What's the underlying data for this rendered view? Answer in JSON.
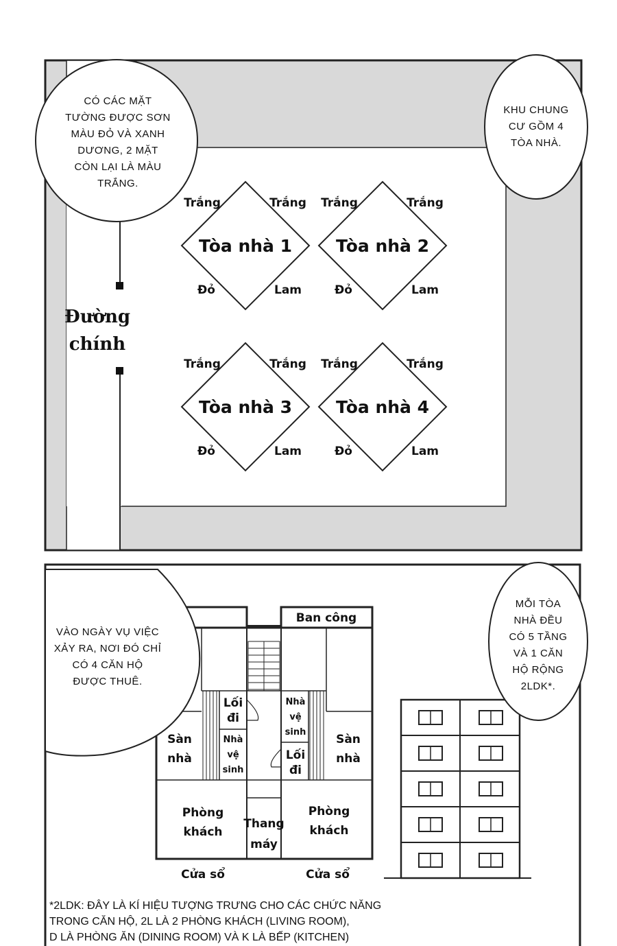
{
  "panel1": {
    "bubble_left": [
      "CÓ CÁC MẶT",
      "TƯỜNG ĐƯỢC SƠN",
      "MÀU ĐỎ VÀ XANH",
      "DƯƠNG, 2 MẶT",
      "CÒN LẠI LÀ MÀU",
      "TRẮNG."
    ],
    "bubble_right": [
      "KHU CHUNG",
      "CƯ GỒM 4",
      "TÒA NHÀ."
    ],
    "road": [
      "Đường",
      "chính"
    ],
    "buildings": [
      {
        "name": "Tòa nhà 1",
        "top_left": "Trắng",
        "top_right": "Trắng",
        "bottom_left": "Đỏ",
        "bottom_right": "Lam"
      },
      {
        "name": "Tòa nhà 2",
        "top_left": "Trắng",
        "top_right": "Trắng",
        "bottom_left": "Đỏ",
        "bottom_right": "Lam"
      },
      {
        "name": "Tòa nhà 3",
        "top_left": "Trắng",
        "top_right": "Trắng",
        "bottom_left": "Đỏ",
        "bottom_right": "Lam"
      },
      {
        "name": "Tòa nhà 4",
        "top_left": "Trắng",
        "top_right": "Trắng",
        "bottom_left": "Đỏ",
        "bottom_right": "Lam"
      }
    ],
    "colors": {
      "ground": "#d9d9d9",
      "border": "#222222"
    }
  },
  "panel2": {
    "bubble_left": [
      "VÀO NGÀY VỤ VIỆC",
      "XẢY RA, NƠI ĐÓ CHỈ",
      "CÓ 4 CĂN HỘ",
      "ĐƯỢC THUÊ."
    ],
    "bubble_right": [
      "MỖI TÒA",
      "NHÀ ĐỀU",
      "CÓ 5 TẦNG",
      "VÀ 1 CĂN",
      "HỘ RỘNG",
      "2LDK*."
    ],
    "floorplan": {
      "balcony": "Ban công",
      "hall_left": [
        "Lối",
        "đi"
      ],
      "wc_left": [
        "Nhà",
        "vệ",
        "sinh"
      ],
      "wc_right": [
        "Nhà",
        "vệ",
        "sinh"
      ],
      "hall_right": [
        "Lối",
        "đi"
      ],
      "floor_left": [
        "Sàn",
        "nhà"
      ],
      "floor_right": [
        "Sàn",
        "nhà"
      ],
      "living_left": [
        "Phòng",
        "khách"
      ],
      "living_right": [
        "Phòng",
        "khách"
      ],
      "elevator": [
        "Thang",
        "máy"
      ],
      "window_left": "Cửa sổ",
      "window_right": "Cửa sổ"
    },
    "building_floors": 5,
    "footnote": [
      "*2LDK: ĐÂY LÀ KÍ HIỆU TƯỢNG TRƯNG CHO CÁC CHỨC NĂNG",
      "TRONG CĂN HỘ, 2L LÀ 2 PHÒNG KHÁCH (LIVING ROOM),",
      "D LÀ PHÒNG ĂN (DINING ROOM) VÀ K LÀ BẾP (KITCHEN)"
    ]
  }
}
